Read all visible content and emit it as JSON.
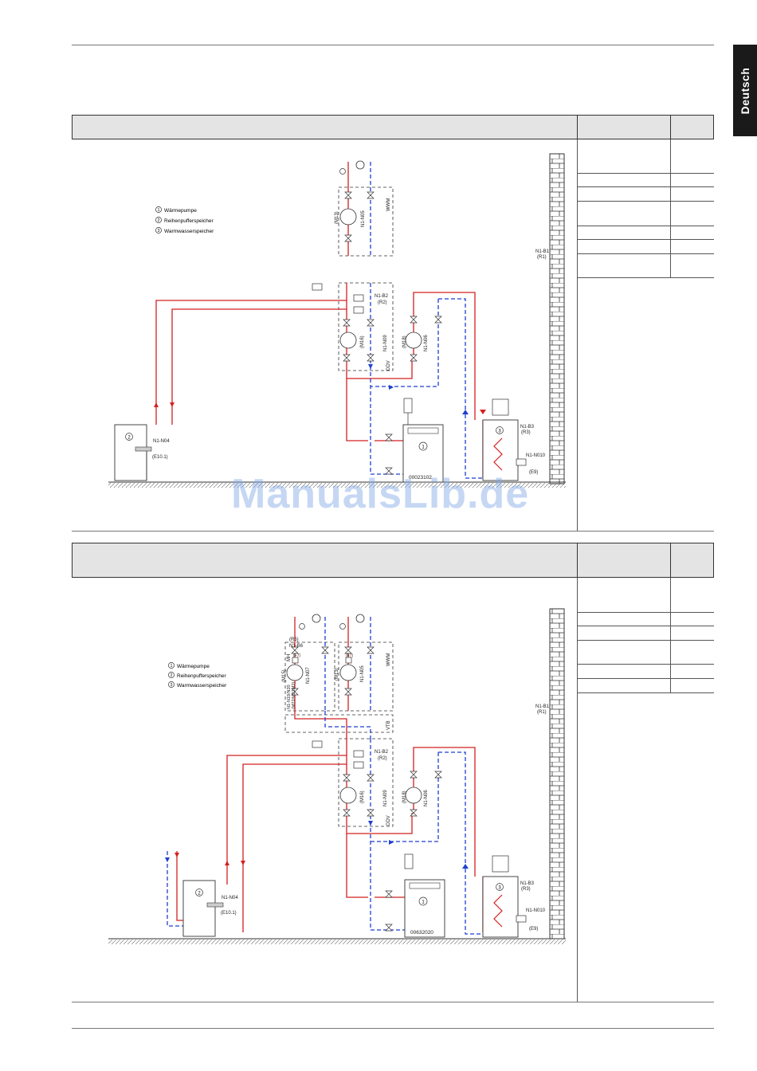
{
  "language_tab": "Deutsch",
  "watermark": "ManualsLib.de",
  "diagram1": {
    "legend": [
      "Wärmepumpe",
      "Reihenpufferspeicher",
      "Warmwasserspeicher"
    ],
    "legend_numbers": [
      "1",
      "2",
      "3"
    ],
    "labels": {
      "wwm": "WWM",
      "m13": "(M13)",
      "n1n05": "N1-N05",
      "n1b2": "N1-B2",
      "r2": "(R2)",
      "m16": "(M16)",
      "n1n09": "N1-N09",
      "ddv": "DDV",
      "m18": "(M18)",
      "n1n06": "N1-N06",
      "n1b1": "N1-B1",
      "r1": "(R1)",
      "n1n04": "N1-N04",
      "e10_1": "(E10.1)",
      "n1b3": "N1-B3",
      "r3": "(R3)",
      "n1n010": "N1-N010",
      "e9": "(E9)",
      "code": "00023102"
    }
  },
  "diagram2": {
    "legend": [
      "Wärmepumpe",
      "Reihenpufferspeicher",
      "Warmwasserspeicher"
    ],
    "legend_numbers": [
      "1",
      "2",
      "3"
    ],
    "labels": {
      "r5": "(R5)",
      "n1b6": "N1-B6",
      "mh": "MH",
      "f7a": "(F7)",
      "f7b": "(F7)",
      "m15": "(M15)",
      "n1n07": "N1-N07",
      "m13": "(M13)",
      "n1n05": "N1-N05",
      "mix": "N1-N19/N20",
      "mixm": "(M22/M21M2)",
      "wwm": "WWM",
      "vtb": "VTB",
      "n1b2": "N1-B2",
      "r2": "(R2)",
      "m16": "(M16)",
      "n1n09": "N1-N09",
      "ddv": "DDV",
      "m18": "(M18)",
      "n1n06": "N1-N06",
      "n1b1": "N1-B1",
      "r1": "(R1)",
      "n1n04": "N1-N04",
      "e10_1": "(E10.1)",
      "n1b3": "N1-B3",
      "r3": "(R3)",
      "n1n010": "N1-N010",
      "e9": "(E9)",
      "code": "00632020"
    }
  },
  "colors": {
    "supply": "#d42020",
    "return": "#1f3fd0",
    "header_bg": "#e4e4e4",
    "tab_bg": "#1a1a1a"
  }
}
